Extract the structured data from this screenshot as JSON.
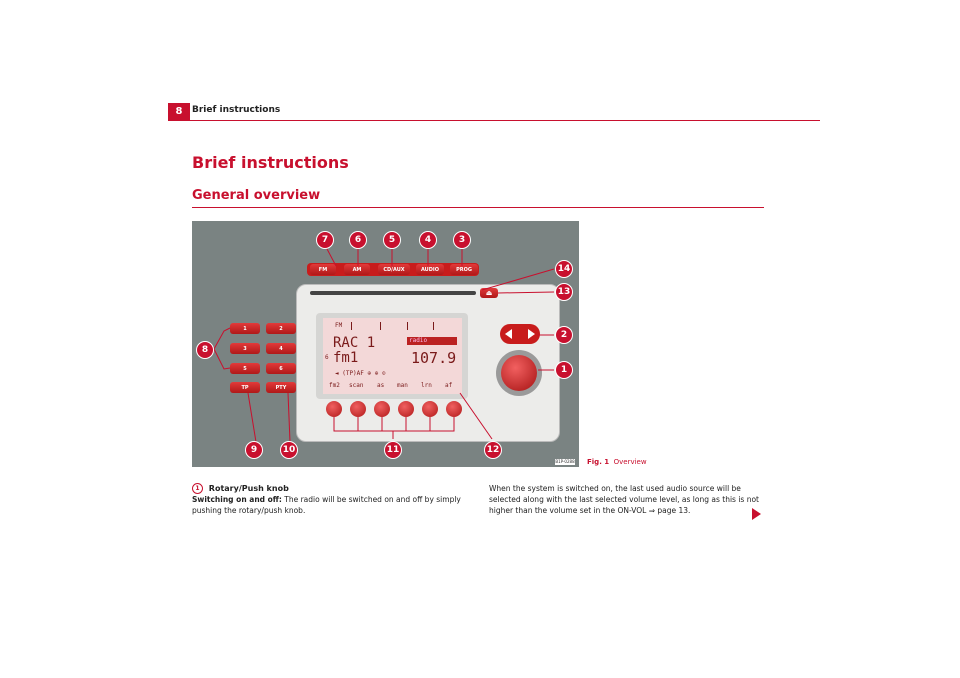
{
  "header": {
    "page_number": "8",
    "running_title": "Brief instructions"
  },
  "section": {
    "title": "Brief instructions",
    "subtitle": "General overview"
  },
  "figure": {
    "caption_label": "Fig. 1",
    "caption_text": "Overview",
    "image_code": "B1P-0288",
    "top_buttons": [
      "FM",
      "AM",
      "CD/AUX",
      "AUDIO",
      "PROG"
    ],
    "preset_buttons": [
      "1",
      "2",
      "3",
      "4",
      "5",
      "6"
    ],
    "tp_label": "TP",
    "pty_label": "PTY",
    "eject_symbol": "⏏",
    "callouts": [
      "1",
      "2",
      "3",
      "4",
      "5",
      "6",
      "7",
      "8",
      "9",
      "10",
      "11",
      "12",
      "13",
      "14"
    ],
    "display": {
      "band": "FM",
      "station": "RAC 1",
      "source_tag": "radio",
      "memory": "fm1",
      "frequency": "107.9",
      "preset_index": "6",
      "indicators": "◄ (TP)AF ⊕ ⊕ ⊙",
      "softkey_labels": [
        "fm2",
        "scan",
        "as",
        "man",
        "lrn",
        "af"
      ]
    }
  },
  "body": {
    "item_number": "1",
    "item_title": "Rotary/Push knob",
    "para1_lead": "Switching on and off:",
    "para1_text": "The radio will be switched on and off by simply pushing the rotary/push knob.",
    "para2_text": "When the system is switched on, the last used audio source will be selected along with the last selected volume level, as long as this is not higher than the volume set in the ON-VOL ⇒ page 13."
  },
  "colors": {
    "accent": "#c8102e",
    "figure_bg": "#7a8382",
    "lcd_bg": "#f3d8d8"
  }
}
